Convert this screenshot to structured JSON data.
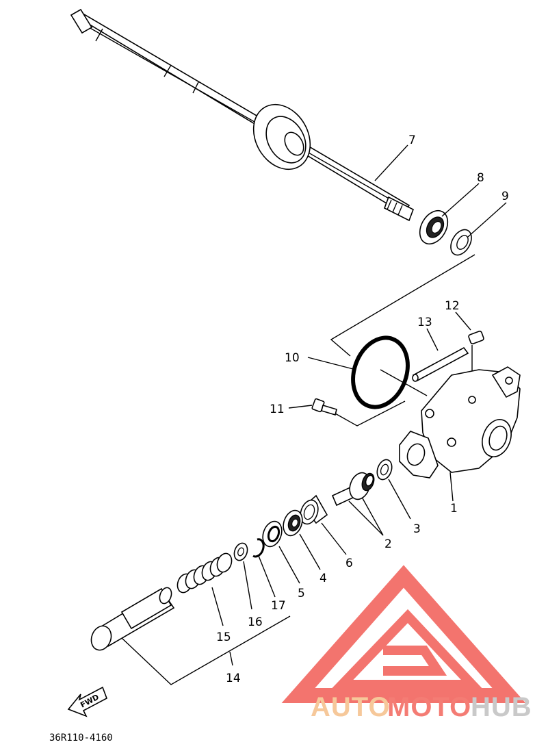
{
  "diagram": {
    "parts": [
      {
        "id": "1",
        "label": "1",
        "name": "housing"
      },
      {
        "id": "2",
        "label": "2",
        "name": "drive-gear"
      },
      {
        "id": "3",
        "label": "3",
        "name": "washer"
      },
      {
        "id": "4",
        "label": "4",
        "name": "bearing"
      },
      {
        "id": "5",
        "label": "5",
        "name": "oil-seal"
      },
      {
        "id": "6",
        "label": "6",
        "name": "bushing"
      },
      {
        "id": "7",
        "label": "7",
        "name": "shaft-with-gear"
      },
      {
        "id": "8",
        "label": "8",
        "name": "bearing-large"
      },
      {
        "id": "9",
        "label": "9",
        "name": "oil-seal-small"
      },
      {
        "id": "10",
        "label": "10",
        "name": "o-ring"
      },
      {
        "id": "11",
        "label": "11",
        "name": "bolt"
      },
      {
        "id": "12",
        "label": "12",
        "name": "bolt-small"
      },
      {
        "id": "13",
        "label": "13",
        "name": "pin"
      },
      {
        "id": "14",
        "label": "14",
        "name": "shaft-assembly"
      },
      {
        "id": "15",
        "label": "15",
        "name": "spring"
      },
      {
        "id": "16",
        "label": "16",
        "name": "washer-small"
      },
      {
        "id": "17",
        "label": "17",
        "name": "circlip"
      }
    ],
    "direction_tag": "FWD",
    "drawing_code": "36R110-4160"
  },
  "watermark": {
    "part1": "AUTO",
    "part2": "MOTO",
    "part3": "HUB",
    "color_part1": "#f6c89a",
    "color_part2": "#f47c74",
    "color_part3": "#c9c9c9",
    "logo_color": "#f25c55"
  }
}
